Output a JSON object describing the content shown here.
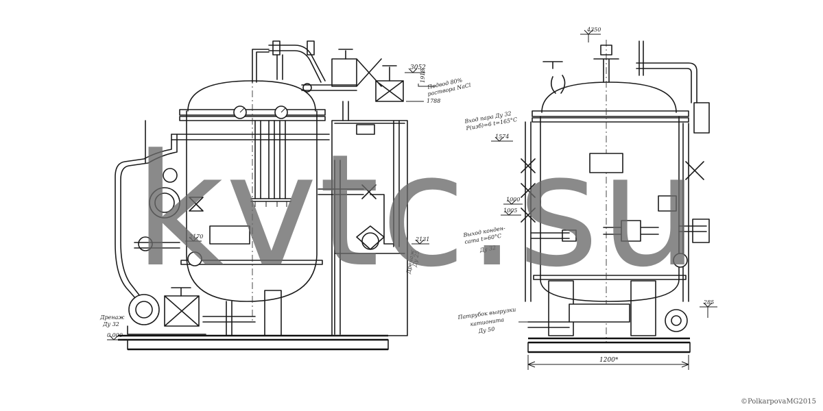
{
  "watermark": "kvtc.su",
  "copyright": "©PolkarpovaMG2015",
  "left_view": {
    "marks": [
      "3052",
      "1918",
      "1788",
      "2170",
      "2131",
      "0.000"
    ],
    "inlet_label_1": "Подвод 80%",
    "inlet_label_2": "раствора NaCl",
    "drain_label_1": "Дренаж",
    "drain_label_2": "Ду 32",
    "drain_right_1": "Дренаж",
    "drain_right_2": "Ду 25"
  },
  "right_view": {
    "marks": [
      "4350",
      "1574",
      "1000",
      "1005",
      "285"
    ],
    "steam_in_1": "Вход пара Ду 32",
    "steam_in_2": "Р(изб)=6 t=165°С",
    "cond_out_1": "Выход конден-",
    "cond_out_2": "сата t=60°С",
    "cond_out_3": "Ду 32",
    "unload_1": "Патрубок выгрузки",
    "unload_2": "катионита",
    "unload_3": "Ду 50",
    "width_dim": "1200*"
  }
}
